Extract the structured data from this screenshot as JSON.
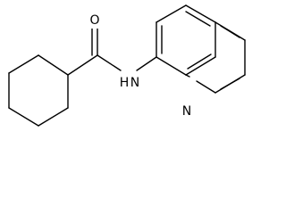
{
  "molecule": {
    "atoms": {
      "oxygen": "O",
      "amide_nitrogen": "H N",
      "amide_nitrogen_h": "H",
      "amide_nitrogen_n": "N",
      "ring_nitrogen": "N"
    }
  }
}
